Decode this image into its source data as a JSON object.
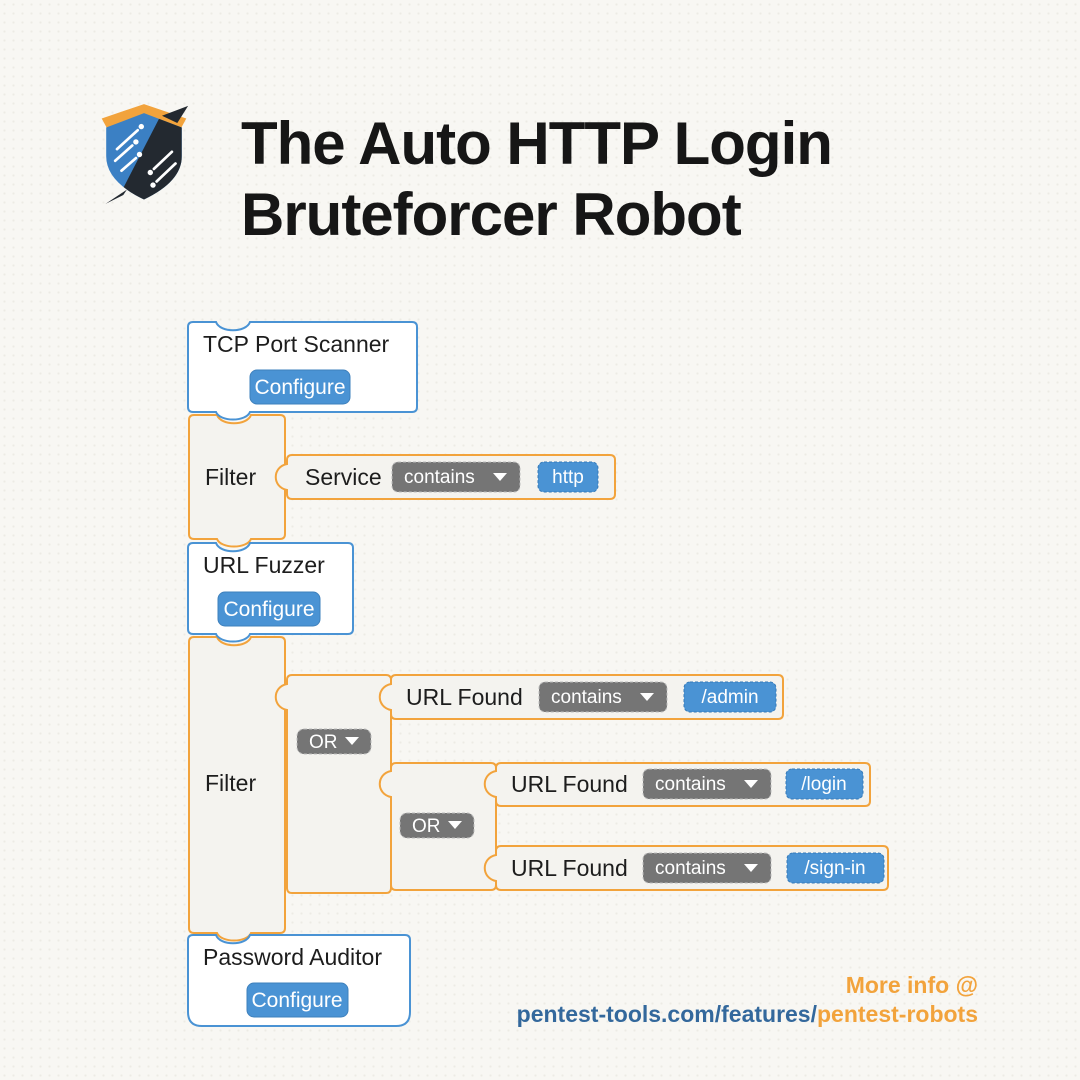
{
  "header": {
    "logo": "pentest-tools-shield",
    "title_line1": "The Auto HTTP Login",
    "title_line2": "Bruteforcer Robot"
  },
  "diagram": {
    "tcp_scanner": {
      "label": "TCP Port Scanner",
      "configure": "Configure"
    },
    "filter_service": {
      "label": "Filter",
      "condition": {
        "field": "Service",
        "operator": "contains",
        "value": "http"
      }
    },
    "url_fuzzer": {
      "label": "URL Fuzzer",
      "configure": "Configure"
    },
    "filter_url": {
      "label": "Filter",
      "or_outer": "OR",
      "or_inner": "OR",
      "cond_admin": {
        "field": "URL Found",
        "operator": "contains",
        "value": "/admin"
      },
      "cond_login": {
        "field": "URL Found",
        "operator": "contains",
        "value": "/login"
      },
      "cond_signin": {
        "field": "URL Found",
        "operator": "contains",
        "value": "/sign-in"
      }
    },
    "password_auditor": {
      "label": "Password Auditor",
      "configure": "Configure"
    }
  },
  "footer": {
    "more_info": "More info @",
    "url_plain": "pentest-tools.com/features/",
    "url_accent": "pentest-robots"
  },
  "colors": {
    "accent_orange": "#F2A33C",
    "accent_blue": "#4A93D4",
    "pill_gray": "#757575",
    "link_blue": "#33689C",
    "background": "#F8F7F3"
  }
}
